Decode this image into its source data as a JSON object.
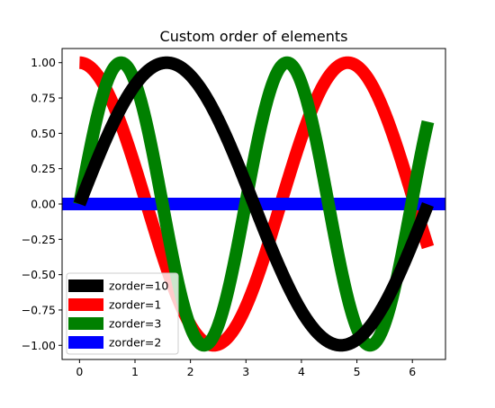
{
  "chart_data": {
    "type": "line",
    "title": "Custom order of elements",
    "xlabel": "",
    "ylabel": "",
    "xlim": [
      -0.314,
      6.597
    ],
    "ylim": [
      -1.1,
      1.1
    ],
    "x_ticks": [
      0,
      1,
      2,
      3,
      4,
      5,
      6
    ],
    "x_tick_labels": [
      "0",
      "1",
      "2",
      "3",
      "4",
      "5",
      "6"
    ],
    "y_ticks": [
      1.0,
      0.75,
      0.5,
      0.25,
      0.0,
      -0.25,
      -0.5,
      -0.75,
      -1.0
    ],
    "y_tick_labels": [
      "1.00",
      "0.75",
      "0.50",
      "0.25",
      "0.00",
      "−0.25",
      "−0.50",
      "−0.75",
      "−1.00"
    ],
    "grid": false,
    "legend_position": "lower-left",
    "series": [
      {
        "name": "zorder=10",
        "color": "#000000",
        "zorder": 10,
        "function": "sin(x)",
        "x_range": [
          0,
          6.28
        ],
        "linewidth": 10
      },
      {
        "name": "zorder=1",
        "color": "#ff0000",
        "zorder": 1,
        "function": "cos(1.3x)",
        "x_range": [
          0,
          6.28
        ],
        "linewidth": 10
      },
      {
        "name": "zorder=3",
        "color": "#008000",
        "zorder": 3,
        "function": "sin(2.1x)",
        "x_range": [
          0,
          6.28
        ],
        "linewidth": 10
      },
      {
        "name": "zorder=2",
        "color": "#0000ff",
        "zorder": 2,
        "function": "hline",
        "y": 0,
        "linewidth": 10
      }
    ],
    "legend_order": [
      "zorder=10",
      "zorder=1",
      "zorder=3",
      "zorder=2"
    ]
  }
}
